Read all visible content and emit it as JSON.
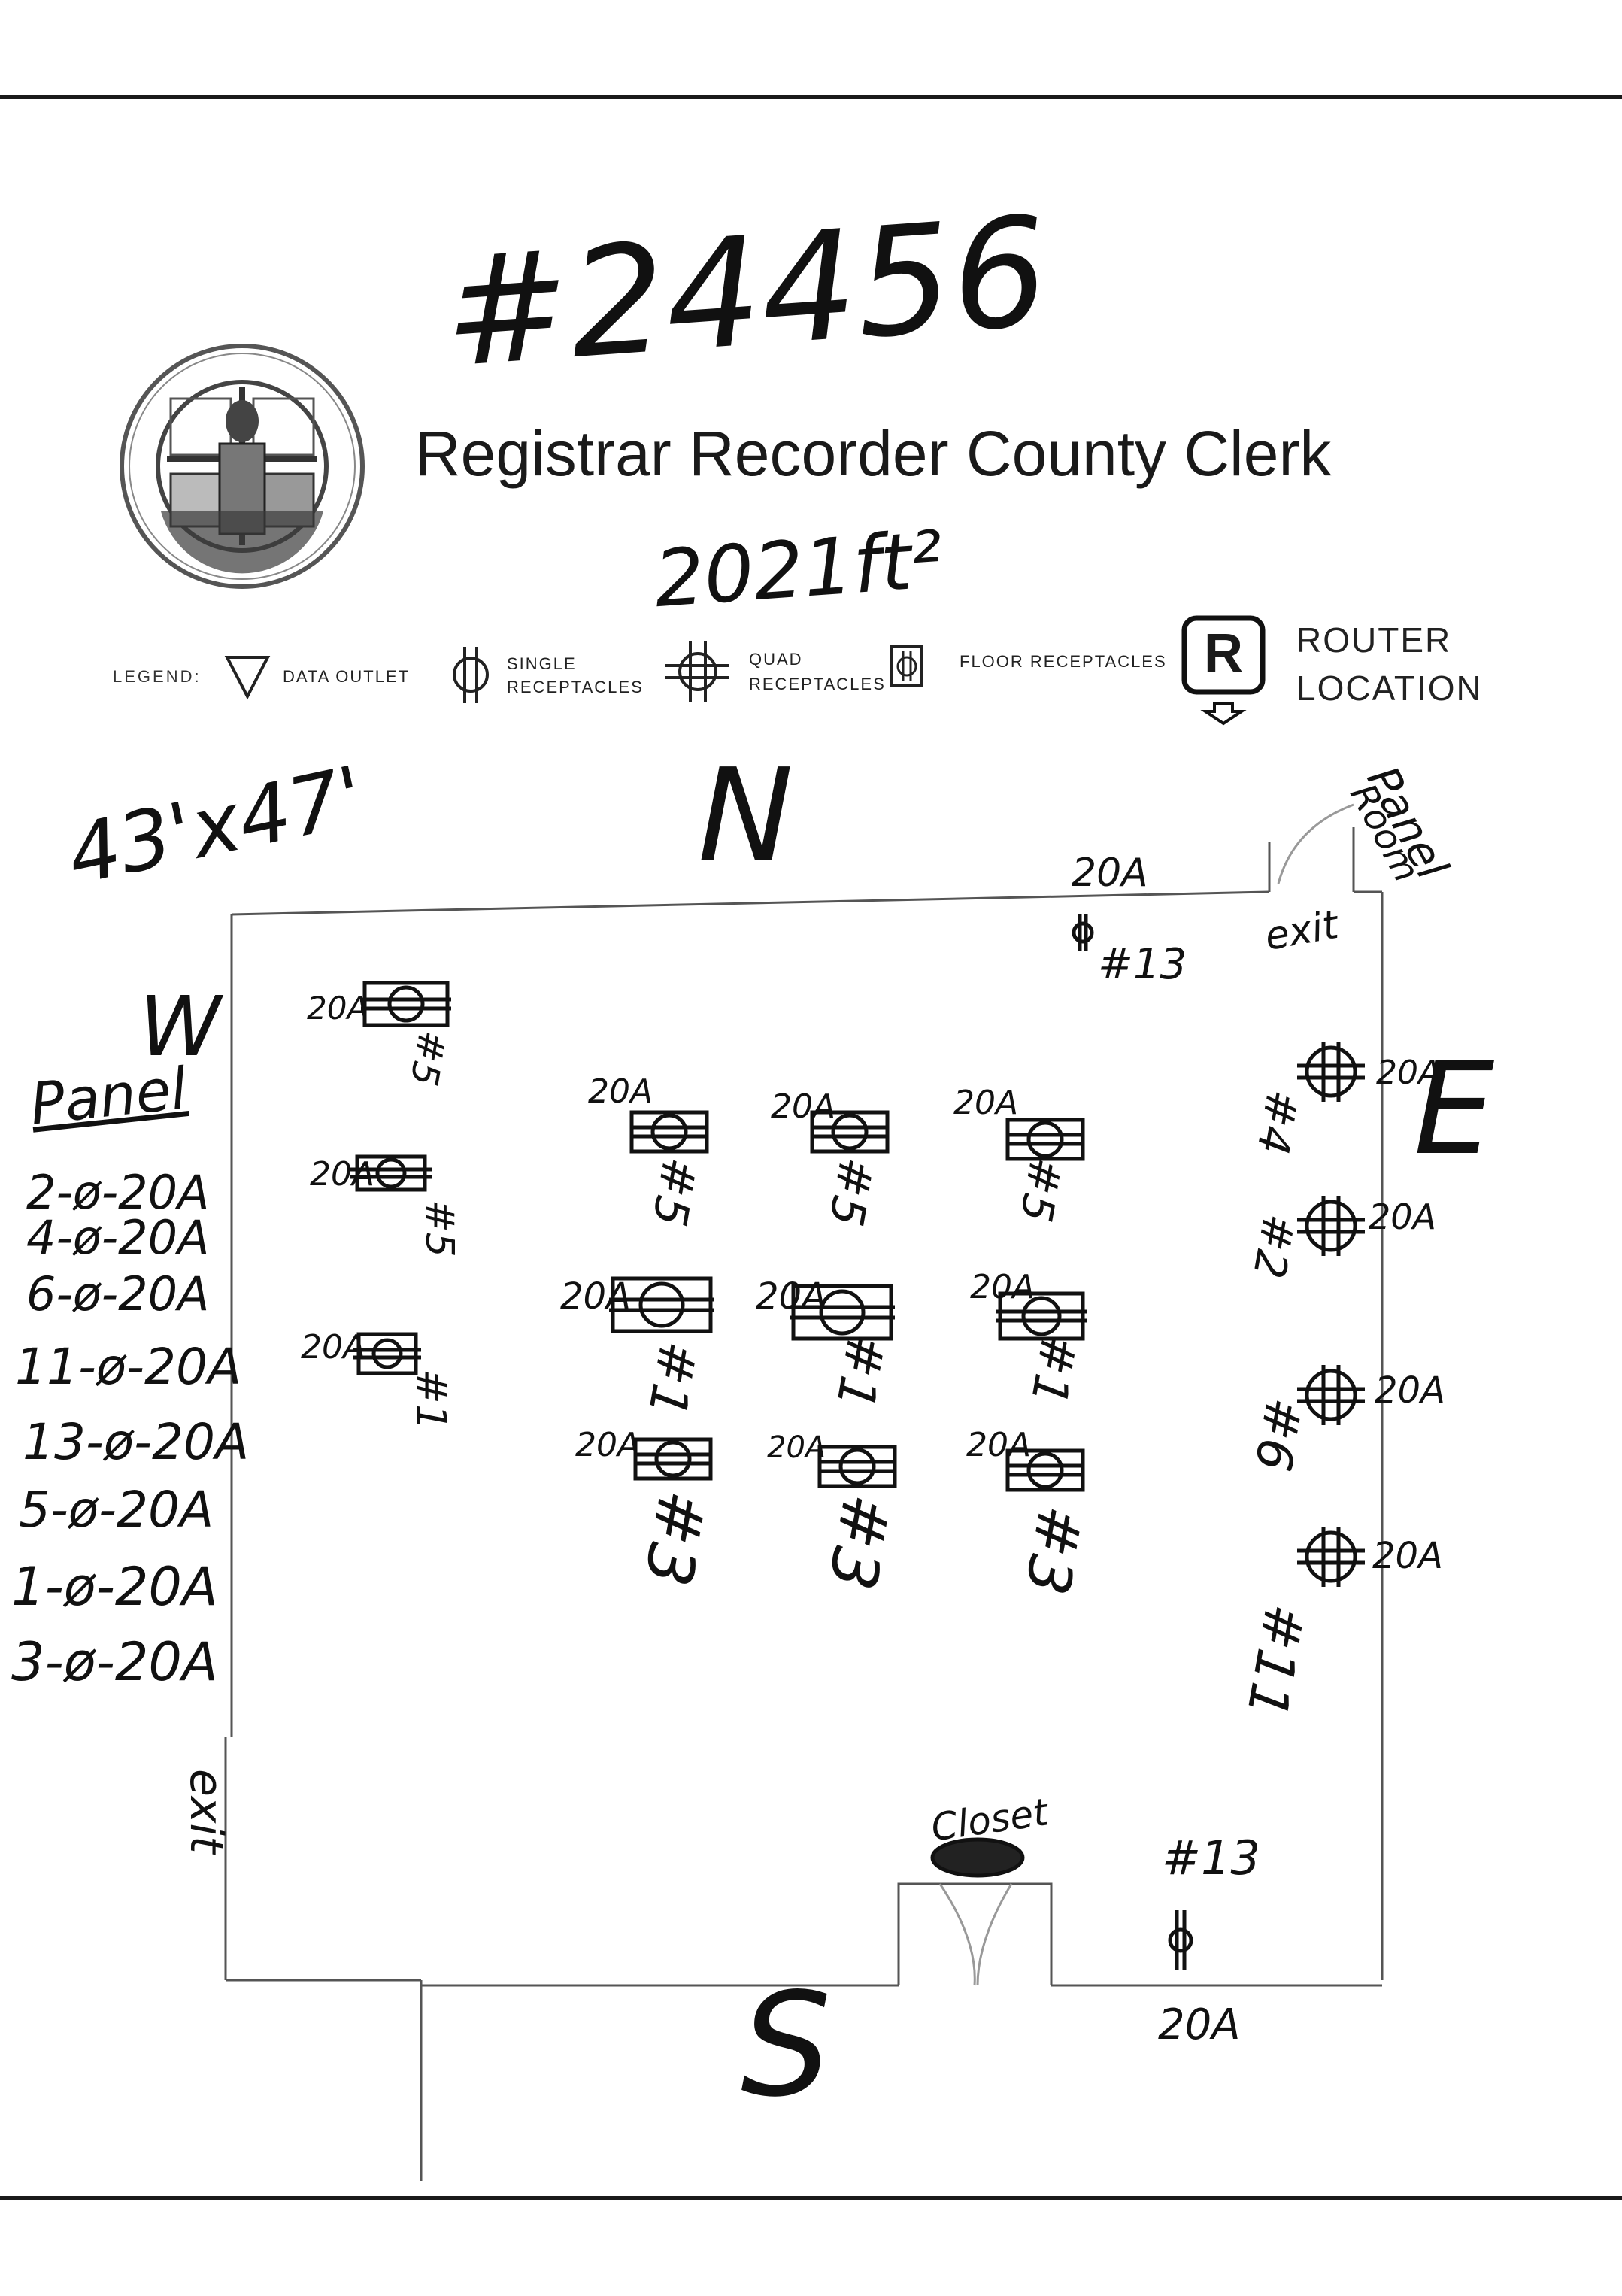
{
  "document": {
    "job_number": "#24456",
    "title": "Registrar Recorder County Clerk",
    "area": "2021ft²",
    "dimensions": "43'x47'"
  },
  "legend": {
    "label": "LEGEND:",
    "items": [
      {
        "icon": "triangle-data-outlet-icon",
        "label": "DATA OUTLET"
      },
      {
        "icon": "single-receptacle-icon",
        "label": "SINGLE RECEPTACLES"
      },
      {
        "icon": "quad-receptacle-icon",
        "label": "QUAD RECEPTACLES"
      },
      {
        "icon": "floor-receptacle-icon",
        "label": "FLOOR RECEPTACLES"
      },
      {
        "icon": "router-location-icon",
        "letter": "R",
        "label_line1": "ROUTER",
        "label_line2": "LOCATION"
      }
    ]
  },
  "compass": {
    "north": "N",
    "south": "S",
    "east": "E",
    "west": "W"
  },
  "rooms": {
    "panel_room_line1": "Panel",
    "panel_room_line2": "Room",
    "exit_east": "exit",
    "exit_west": "exit",
    "closet": "Closet"
  },
  "panel_schedule": {
    "heading": "Panel",
    "rows": [
      "2-ø-20A",
      "4-ø-20A",
      "6-ø-20A",
      "11-ø-20A",
      "13-ø-20A",
      "5-ø-20A",
      "1-ø-20A",
      "3-ø-20A"
    ]
  },
  "receptacles": {
    "north_wall": {
      "amp": "20A",
      "circuit": "#13"
    },
    "south_wall": {
      "amp": "20A",
      "circuit": "#13"
    },
    "west": [
      {
        "amp": "20A",
        "circuit": "#5"
      },
      {
        "amp": "20A",
        "circuit": "#5"
      },
      {
        "amp": "20A",
        "circuit": "#1"
      }
    ],
    "floor_rows": [
      [
        {
          "amp": "20A",
          "circuit": "#5"
        },
        {
          "amp": "20A",
          "circuit": "#5"
        },
        {
          "amp": "20A",
          "circuit": "#5"
        }
      ],
      [
        {
          "amp": "20A",
          "circuit": "#1"
        },
        {
          "amp": "20A",
          "circuit": "#1"
        },
        {
          "amp": "20A",
          "circuit": "#1"
        }
      ],
      [
        {
          "amp": "20A",
          "circuit": "#3"
        },
        {
          "amp": "20A",
          "circuit": "#3"
        },
        {
          "amp": "20A",
          "circuit": "#3"
        }
      ]
    ],
    "east": [
      {
        "amp": "20A",
        "circuit": "#4"
      },
      {
        "amp": "20A",
        "circuit": "#2"
      },
      {
        "amp": "20A",
        "circuit": "#6"
      },
      {
        "amp": "20A",
        "circuit": "#11"
      }
    ]
  },
  "colors": {
    "ink": "#111111",
    "line": "#555555",
    "seal": "#444444"
  }
}
